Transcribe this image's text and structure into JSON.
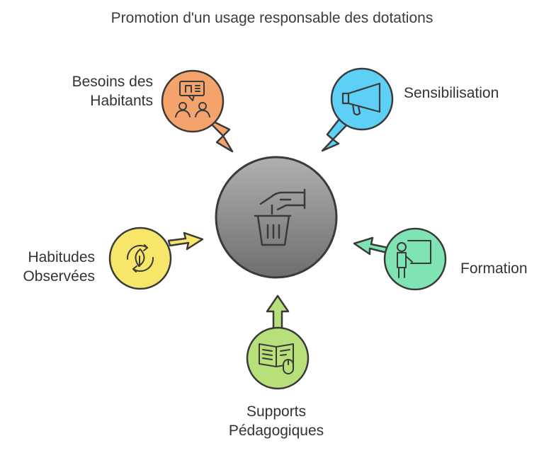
{
  "title": "Promotion d'un usage responsable des dotations",
  "center": {
    "icon": "hand-dropping-into-trash-icon",
    "fill": "#8a8a8a"
  },
  "nodes": [
    {
      "id": "besoins",
      "label_lines": [
        "Besoins des",
        "Habitants"
      ],
      "icon": "people-discussion-icon",
      "color": "#f4a36c"
    },
    {
      "id": "sensibilisation",
      "label_lines": [
        "Sensibilisation"
      ],
      "icon": "megaphone-icon",
      "color": "#5fd0f5"
    },
    {
      "id": "habitudes",
      "label_lines": [
        "Habitudes",
        "Observées"
      ],
      "icon": "leaf-cycle-icon",
      "color": "#f7e66a"
    },
    {
      "id": "formation",
      "label_lines": [
        "Formation"
      ],
      "icon": "teacher-board-icon",
      "color": "#7fe3b4"
    },
    {
      "id": "supports",
      "label_lines": [
        "Supports",
        "Pédagogiques"
      ],
      "icon": "book-mouse-icon",
      "color": "#b8e07a"
    }
  ]
}
